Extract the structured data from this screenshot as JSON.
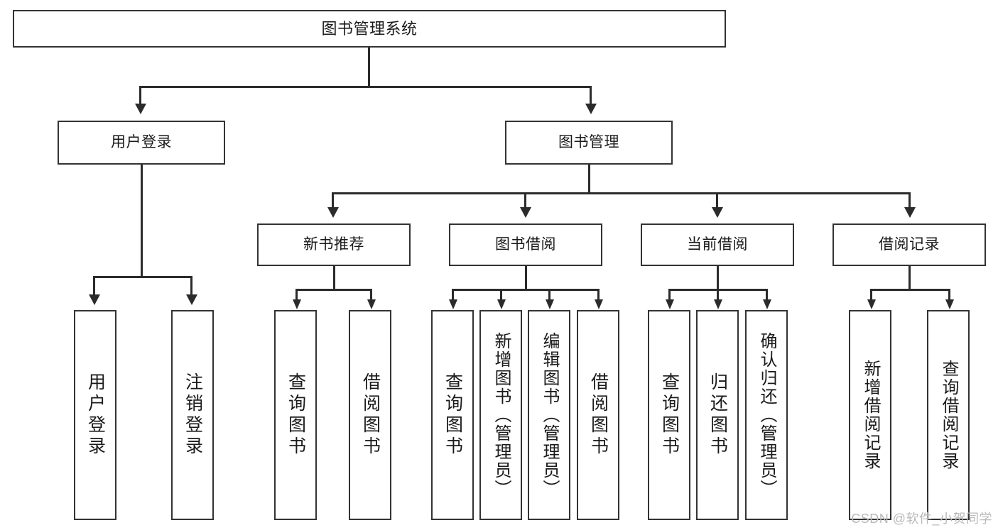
{
  "diagram": {
    "title": "图书管理系统",
    "watermark": "CSDN @软件_小贺同学",
    "type": "tree-hierarchy-diagram",
    "colors": {
      "box_border": "#333333",
      "box_fill": "#ffffff",
      "connector": "#2b2b2b",
      "text": "#1a1a1a",
      "watermark": "#b9b9b9",
      "background": "#ffffff"
    }
  },
  "root": {
    "label": "图书管理系统"
  },
  "level2": [
    {
      "label": "用户登录"
    },
    {
      "label": "图书管理"
    }
  ],
  "level3": [
    {
      "label": "新书推荐"
    },
    {
      "label": "图书借阅"
    },
    {
      "label": "当前借阅"
    },
    {
      "label": "借阅记录"
    }
  ],
  "leaves": {
    "user_login": [
      {
        "label": "用户登录"
      },
      {
        "label": "注销登录"
      }
    ],
    "new_book": [
      {
        "label": "查询图书"
      },
      {
        "label": "借阅图书"
      }
    ],
    "book_borrow": [
      {
        "label": "查询图书"
      },
      {
        "label": "新增图书（管理员）"
      },
      {
        "label": "编辑图书（管理员）"
      },
      {
        "label": "借阅图书"
      }
    ],
    "current_borrow": [
      {
        "label": "查询图书"
      },
      {
        "label": "归还图书"
      },
      {
        "label": "确认归还（管理员）"
      }
    ],
    "borrow_record": [
      {
        "label": "新增借阅记录"
      },
      {
        "label": "查询借阅记录"
      }
    ]
  }
}
